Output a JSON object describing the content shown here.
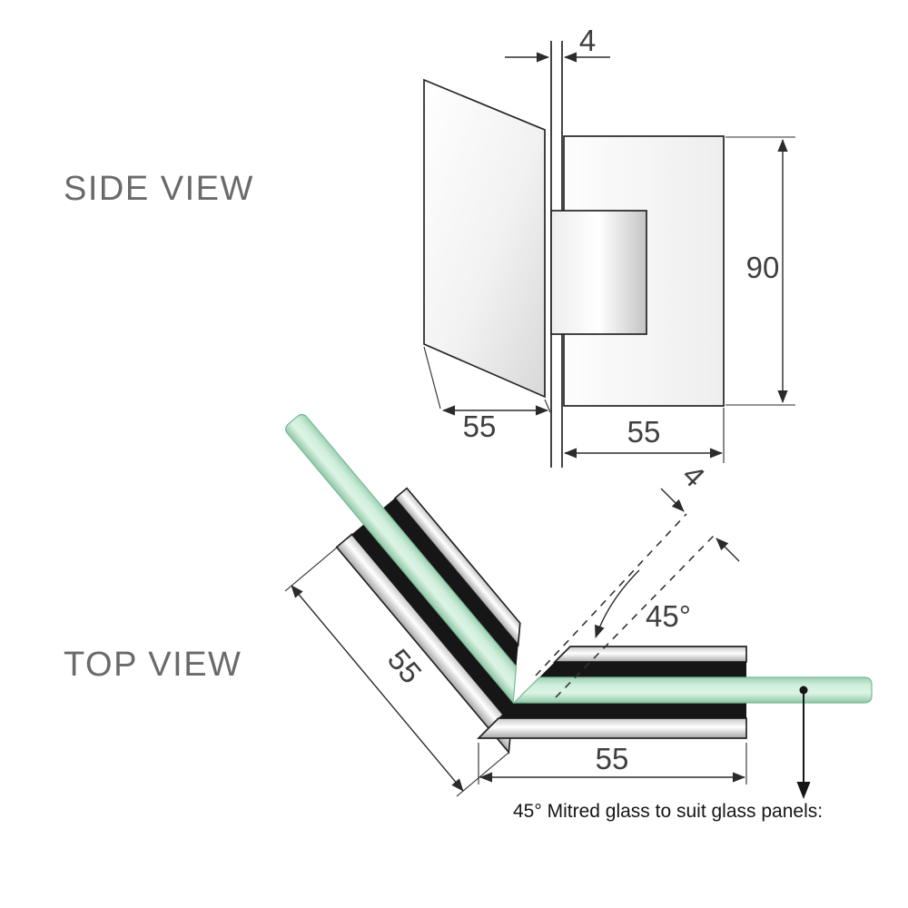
{
  "side_view": {
    "label": "SIDE VIEW",
    "dims": {
      "glass_thickness": "4",
      "plate_height": "90",
      "glass_panel_width": "55",
      "plate_width": "55"
    }
  },
  "top_view": {
    "label": "TOP VIEW",
    "dims": {
      "glass_thickness": "4",
      "mitre_angle": "45°",
      "diagonal_clamp_length": "55",
      "horizontal_clamp_length": "55"
    },
    "caption": "45° Mitred glass to suit glass panels:"
  },
  "colors": {
    "glass_green": "#bfe8d2",
    "metal_gray": "#d7d7d7",
    "gasket_black": "#161616",
    "line": "#2b2b2b",
    "label_gray": "#6a6a6a"
  }
}
